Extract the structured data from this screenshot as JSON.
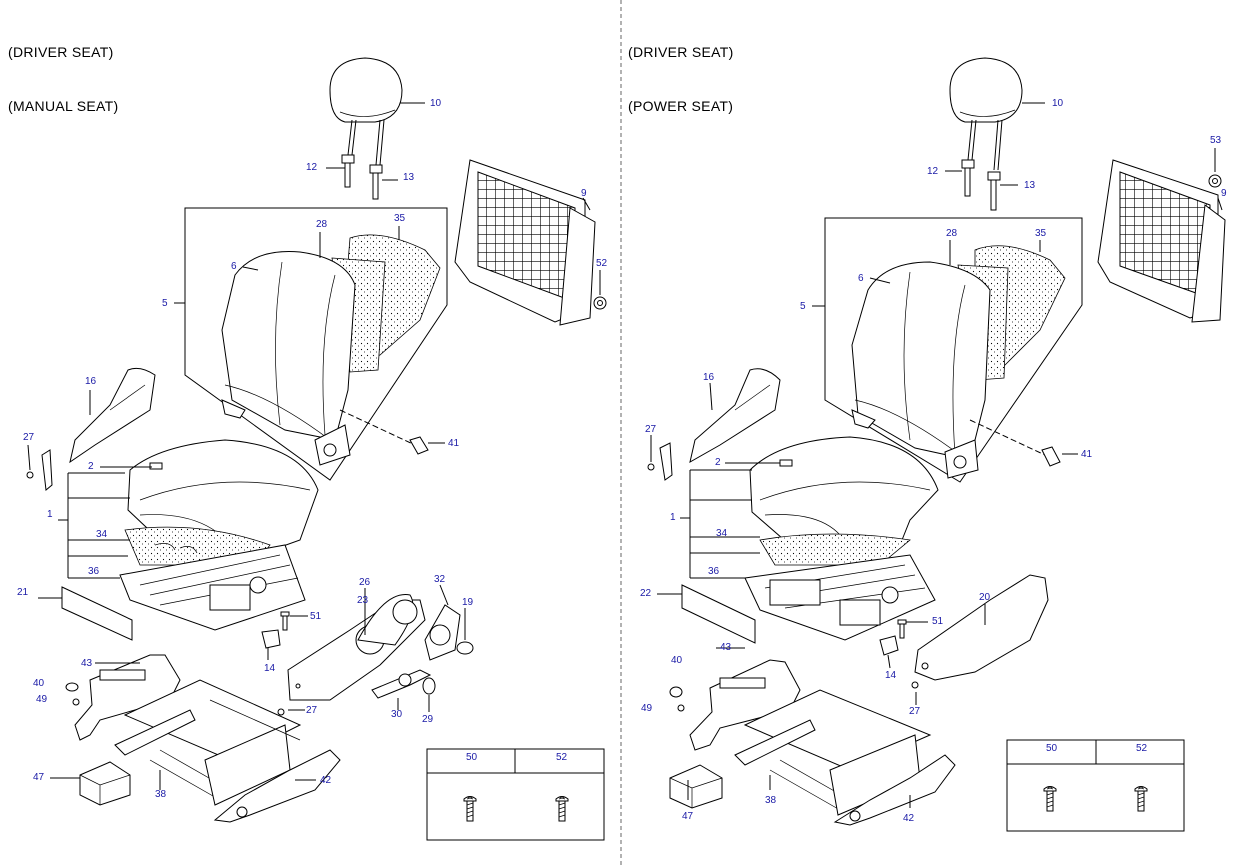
{
  "panels": {
    "left": {
      "title_line1": "(DRIVER SEAT)",
      "title_line2": "(MANUAL SEAT)"
    },
    "right": {
      "title_line1": "(DRIVER SEAT)",
      "title_line2": "(POWER SEAT)"
    }
  },
  "left_callouts": {
    "c10": "10",
    "c12": "12",
    "c13": "13",
    "c9": "9",
    "c52": "52",
    "c28": "28",
    "c35": "35",
    "c6": "6",
    "c5": "5",
    "c16": "16",
    "c27a": "27",
    "c41": "41",
    "c2": "2",
    "c1": "1",
    "c34": "34",
    "c36": "36",
    "c21": "21",
    "c26": "26",
    "c32": "32",
    "c23": "23",
    "c19": "19",
    "c51": "51",
    "c14": "14",
    "c43": "43",
    "c40": "40",
    "c49": "49",
    "c27b": "27",
    "c30": "30",
    "c29": "29",
    "c47": "47",
    "c38": "38",
    "c42": "42"
  },
  "right_callouts": {
    "c10": "10",
    "c53": "53",
    "c12": "12",
    "c13": "13",
    "c9": "9",
    "c28": "28",
    "c35": "35",
    "c6": "6",
    "c5": "5",
    "c16": "16",
    "c27a": "27",
    "c41": "41",
    "c2": "2",
    "c1": "1",
    "c34": "34",
    "c36": "36",
    "c22": "22",
    "c20": "20",
    "c51": "51",
    "c14": "14",
    "c43": "43",
    "c40": "40",
    "c49": "49",
    "c27b": "27",
    "c47": "47",
    "c38": "38",
    "c42": "42"
  },
  "left_screw_table": {
    "col1": "50",
    "col2": "52"
  },
  "right_screw_table": {
    "col1": "50",
    "col2": "52"
  }
}
